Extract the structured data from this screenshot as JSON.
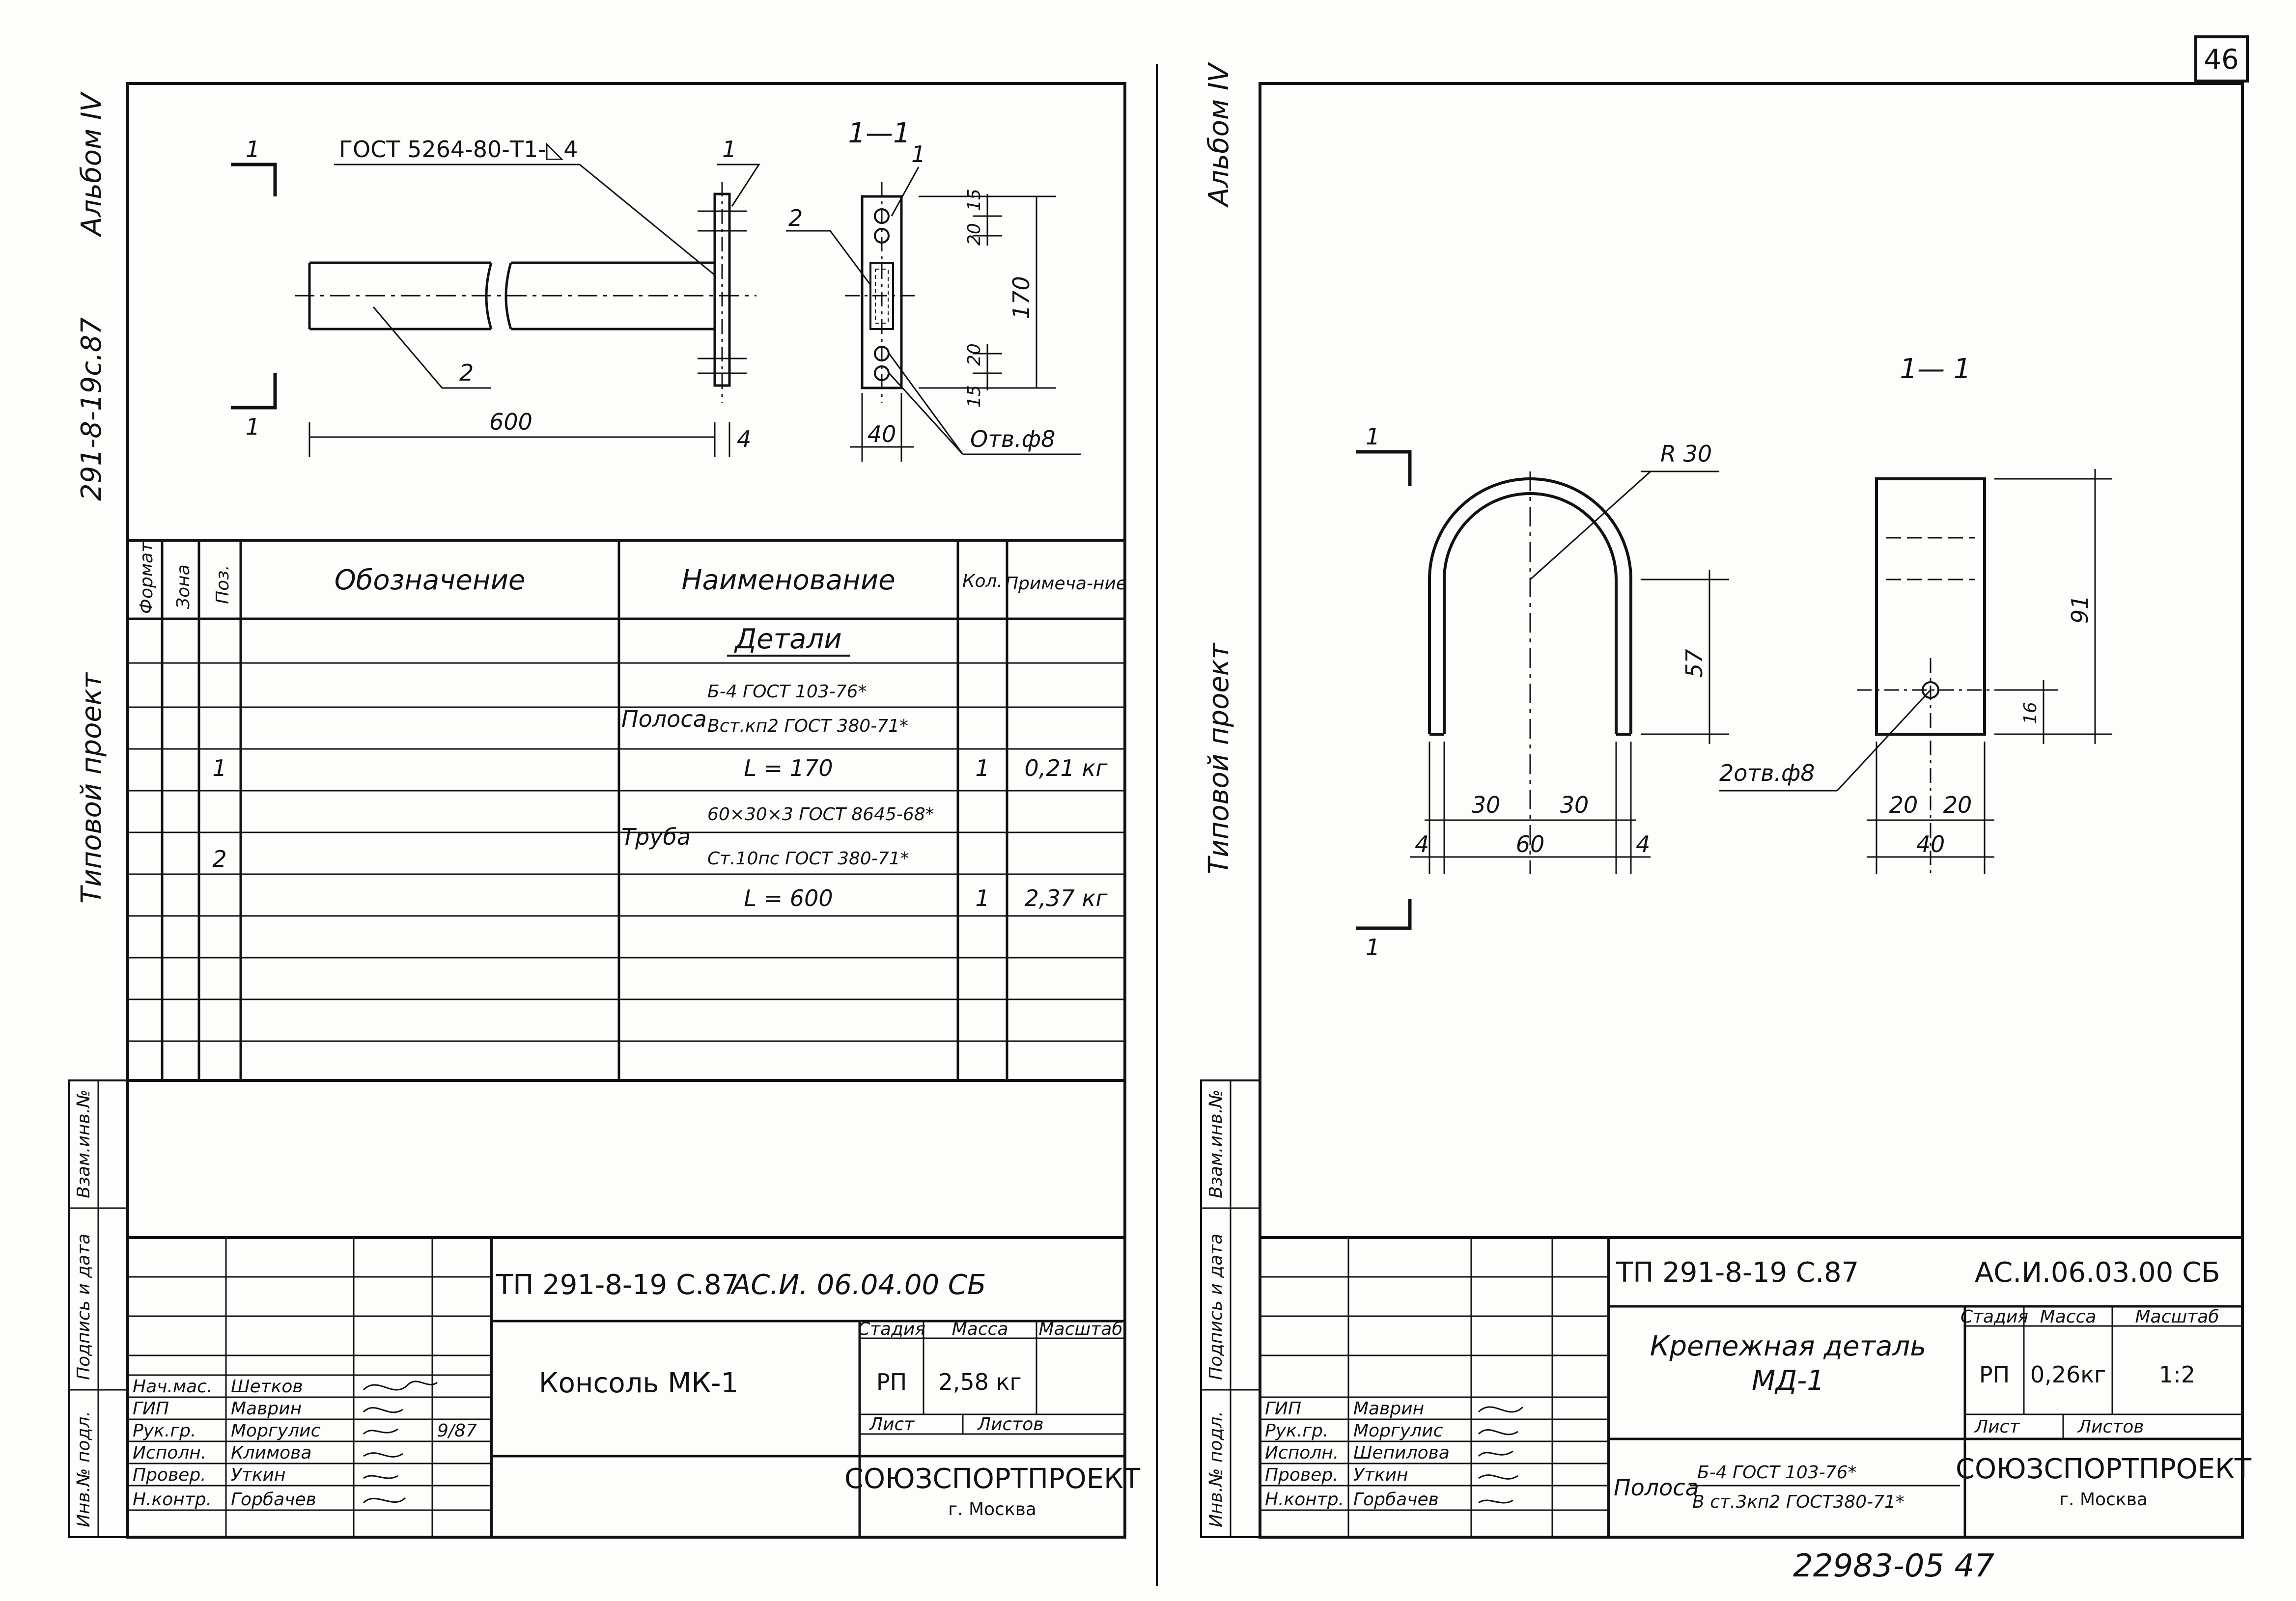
{
  "page_number": "46",
  "footer_number": "22983-05  47",
  "left_sheet": {
    "side_album": "Альбом IV",
    "side_code": "291-8-19с.87",
    "side_project": "Типовой проект",
    "side_stamp_cells": [
      "Инв.№ подл.",
      "Подпись и дата",
      "Взам.инв.№"
    ],
    "drawing": {
      "weld_note": "ГОСТ 5264-80-Т1-◺4",
      "callout_1": "1",
      "callout_2": "2",
      "section_mark": "1",
      "section_title": "1—1",
      "dim_600": "600",
      "dim_4": "4",
      "dim_40": "40",
      "dim_170": "170",
      "dim_15_top": "15",
      "dim_20_top": "20",
      "dim_20_bottom": "20",
      "dim_15_bottom": "15",
      "hole_note": "Отв.ф8"
    },
    "spec_table": {
      "headers": [
        "Формат",
        "Зона",
        "Поз.",
        "Обозначение",
        "Наименование",
        "Кол.",
        "Примеча-ние"
      ],
      "section_title": "Детали",
      "rows": [
        {
          "pos": "",
          "name_prefix": "Полоса",
          "name_top": "Б-4 ГОСТ 103-76*",
          "name_bottom": "Вст.кп2 ГОСТ 380-71*",
          "qty": "",
          "note": ""
        },
        {
          "pos": "1",
          "name": "L = 170",
          "qty": "1",
          "note": "0,21 кг"
        },
        {
          "pos": "2",
          "name_prefix": "Труба",
          "name_top": "60×30×3 ГОСТ 8645-68*",
          "name_bottom": "Ст.10пс ГОСТ 380-71*",
          "qty": "",
          "note": ""
        },
        {
          "pos": "",
          "name": "L = 600",
          "qty": "1",
          "note": "2,37 кг"
        }
      ]
    },
    "title_block": {
      "code": "ТП 291-8-19 С.87",
      "doc_code": "АС.И. 06.04.00 СБ",
      "name": "Консоль  МК-1",
      "stage_label": "Стадия",
      "mass_label": "Масса",
      "scale_label": "Масштаб",
      "stage": "РП",
      "mass": "2,58 кг",
      "scale": "",
      "sheet_label": "Лист",
      "sheets_label": "Листов",
      "org": "СОЮЗСПОРТПРОЕКТ",
      "city": "г. Москва",
      "roles": [
        "Нач.мас.",
        "ГИП",
        "Рук.гр.",
        "Исполн.",
        "Провер.",
        "Н.контр."
      ],
      "names": [
        "Шетков",
        "Маврин",
        "Моргулис",
        "Климова",
        "Уткин",
        "Горбачев"
      ],
      "date": "9/87"
    }
  },
  "right_sheet": {
    "side_album": "Альбом IV",
    "side_project": "Типовой проект",
    "side_stamp_cells": [
      "Инв.№ подл.",
      "Подпись и дата",
      "Взам.инв.№"
    ],
    "drawing": {
      "section_title": "1— 1",
      "section_mark": "1",
      "radius": "R 30",
      "dim_57": "57",
      "dim_30_left": "30",
      "dim_30_right": "30",
      "dim_60": "60",
      "dim_4_left": "4",
      "dim_4_right": "4",
      "dim_91": "91",
      "dim_16": "16",
      "dim_20_left": "20",
      "dim_20_right": "20",
      "dim_40": "40",
      "hole_note": "2отв.ф8"
    },
    "title_block": {
      "code": "ТП 291-8-19 С.87",
      "doc_code": "АС.И.06.03.00 СБ",
      "name_line1": "Крепежная деталь",
      "name_line2": "МД-1",
      "material_prefix": "Полоса",
      "material_top": "Б-4 ГОСТ 103-76*",
      "material_bottom": "В ст.3кп2 ГОСТ380-71*",
      "stage_label": "Стадия",
      "mass_label": "Масса",
      "scale_label": "Масштаб",
      "stage": "РП",
      "mass": "0,26кг",
      "scale": "1:2",
      "sheet_label": "Лист",
      "sheets_label": "Листов",
      "org": "СОЮЗСПОРТПРОЕКТ",
      "city": "г. Москва",
      "roles": [
        "ГИП",
        "Рук.гр.",
        "Исполн.",
        "Провер.",
        "Н.контр."
      ],
      "names": [
        "Маврин",
        "Моргулис",
        "Шепилова",
        "Уткин",
        "Горбачев"
      ]
    }
  }
}
